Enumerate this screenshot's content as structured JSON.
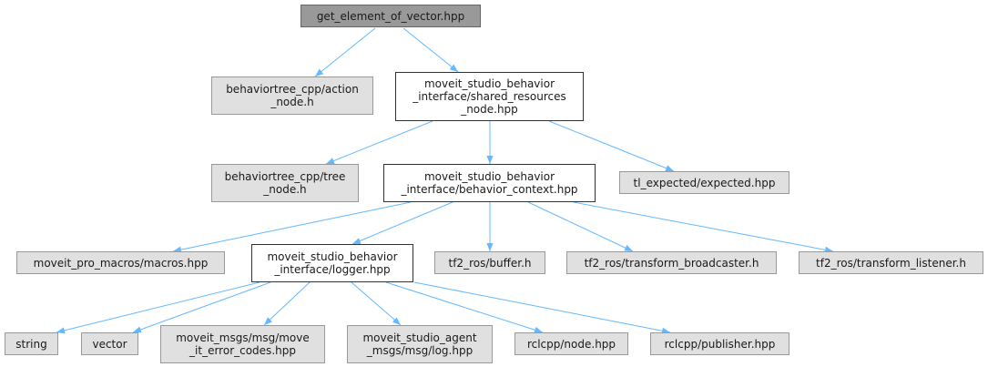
{
  "graph": {
    "root": "get_element_of_vector.hpp",
    "nodes": {
      "action_node": "behaviortree_cpp/action\n_node.h",
      "shared_resources": "moveit_studio_behavior\n_interface/shared_resources\n_node.hpp",
      "tree_node": "behaviortree_cpp/tree\n_node.h",
      "behavior_context": "moveit_studio_behavior\n_interface/behavior_context.hpp",
      "expected": "tl_expected/expected.hpp",
      "macros": "moveit_pro_macros/macros.hpp",
      "logger": "moveit_studio_behavior\n_interface/logger.hpp",
      "buffer": "tf2_ros/buffer.h",
      "transform_broadcaster": "tf2_ros/transform_broadcaster.h",
      "transform_listener": "tf2_ros/transform_listener.h",
      "string": "string",
      "vector": "vector",
      "move_it_error_codes": "moveit_msgs/msg/move\n_it_error_codes.hpp",
      "agent_log": "moveit_studio_agent\n_msgs/msg/log.hpp",
      "rclcpp_node": "rclcpp/node.hpp",
      "rclcpp_publisher": "rclcpp/publisher.hpp"
    }
  },
  "colors": {
    "edge": "#63b8ff",
    "root_fill": "#999999",
    "node_fill": "#e0e0e0",
    "documented_fill": "#ffffff"
  }
}
